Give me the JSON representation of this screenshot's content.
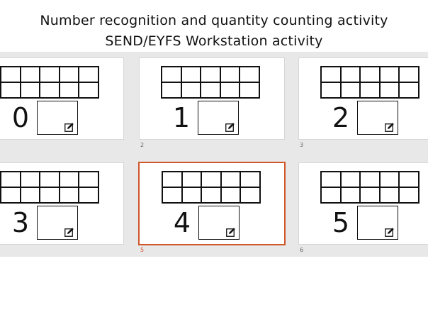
{
  "header": {
    "line1": "Number recognition and quantity counting activity",
    "line2": "SEND/EYFS Workstation activity"
  },
  "colors": {
    "selection": "#d0562b",
    "sorter_bg": "#e8e8e8"
  },
  "slides": [
    {
      "digit": "0",
      "number_label": ""
    },
    {
      "digit": "1",
      "number_label": "2"
    },
    {
      "digit": "2",
      "number_label": "3"
    },
    {
      "digit": "3",
      "number_label": ""
    },
    {
      "digit": "4",
      "number_label": "5"
    },
    {
      "digit": "5",
      "number_label": "6"
    }
  ],
  "selected_index": 4,
  "icons": {
    "edit": "edit-icon"
  }
}
